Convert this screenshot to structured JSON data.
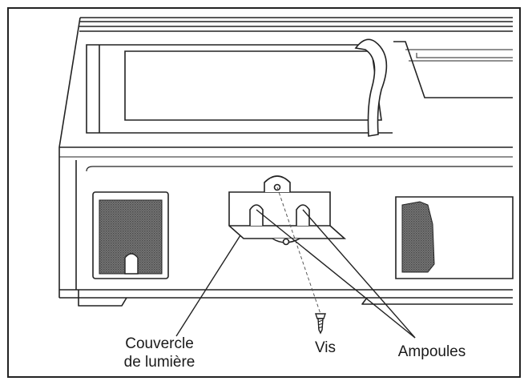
{
  "diagram": {
    "labels": {
      "light_cover_line1": "Couvercle",
      "light_cover_line2": "de lumière",
      "screw": "Vis",
      "bulbs": "Ampoules"
    }
  }
}
